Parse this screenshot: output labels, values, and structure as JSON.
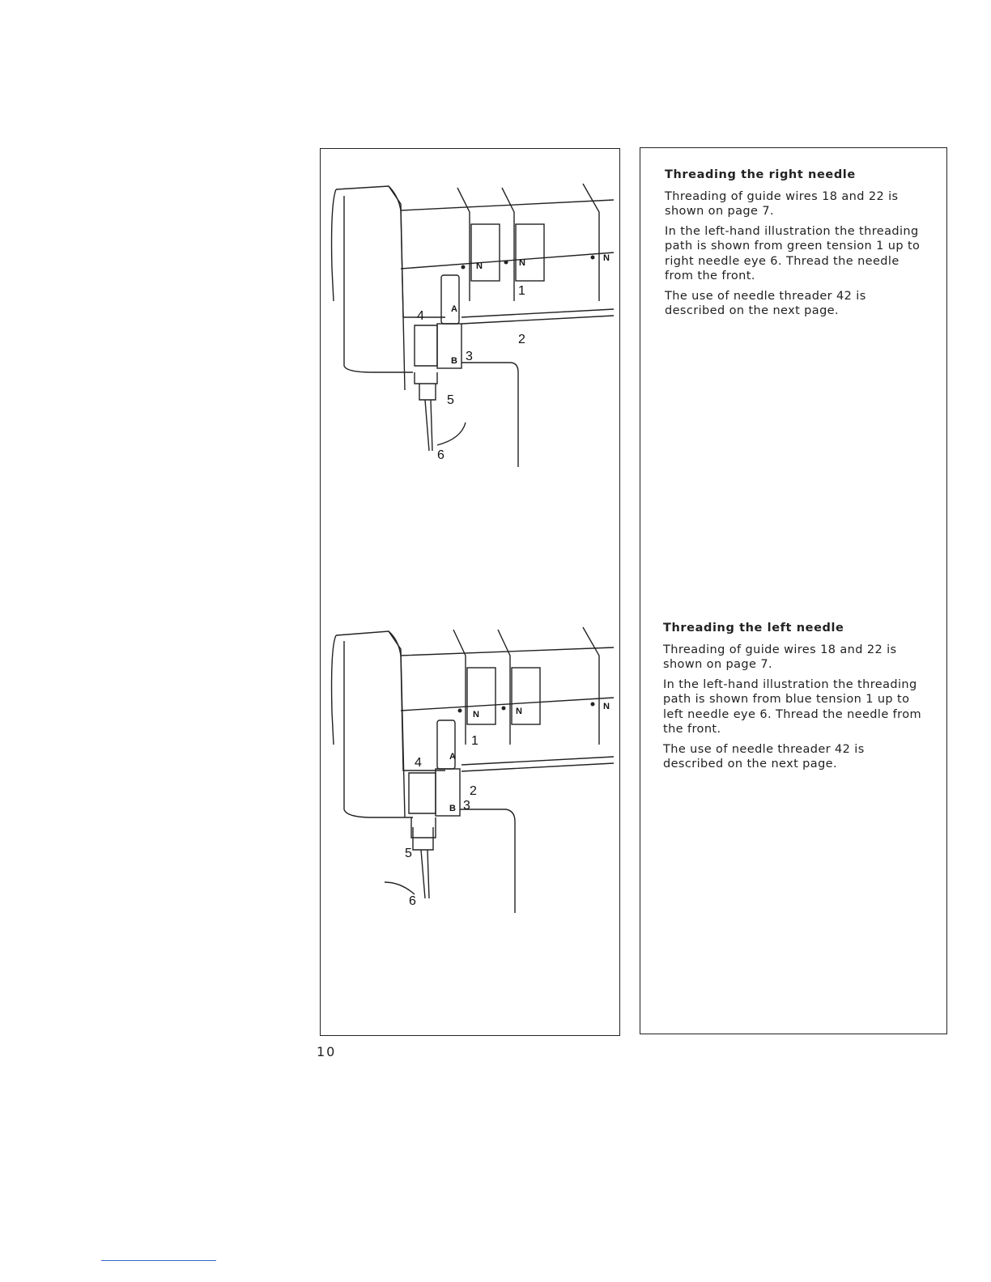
{
  "illustration_labels": {
    "top": [
      "1",
      "2",
      "3",
      "4",
      "5",
      "6",
      "A",
      "B",
      "N"
    ],
    "bottom": [
      "1",
      "2",
      "3",
      "4",
      "5",
      "6",
      "A",
      "B",
      "N"
    ]
  },
  "right_needle": {
    "title": "Threading the right needle",
    "p1": "Threading of guide wires 18 and 22 is shown on page 7.",
    "p2": "In the left-hand illustration the threading path is shown from green tension 1 up to right needle eye 6. Thread the needle from the front.",
    "p3": "The use of needle threader 42 is described on the next page."
  },
  "left_needle": {
    "title": "Threading the left needle",
    "p1": "Threading of guide wires 18 and 22 is shown on page 7.",
    "p2": "In the left-hand illustration the threading path is shown from blue tension 1 up to left needle eye 6. Thread the needle from the front.",
    "p3": "The use of needle threader 42 is described on the next page."
  },
  "page_number": "10"
}
